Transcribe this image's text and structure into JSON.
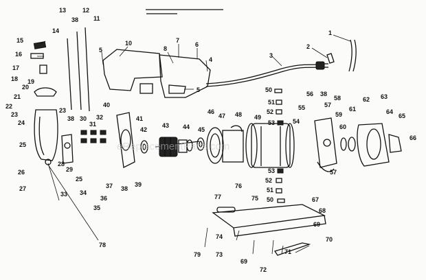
{
  "watermark": "eReplacementParts.com",
  "labels": [
    "1",
    "2",
    "3",
    "4",
    "5",
    "6",
    "7",
    "8",
    "10",
    "11",
    "12",
    "13",
    "14",
    "15",
    "16",
    "17",
    "18",
    "19",
    "20",
    "21",
    "22",
    "23",
    "24",
    "25",
    "26",
    "27",
    "28",
    "29",
    "30",
    "31",
    "32",
    "33",
    "34",
    "35",
    "36",
    "37",
    "38",
    "39",
    "40",
    "41",
    "42",
    "43",
    "44",
    "45",
    "46",
    "47",
    "48",
    "49",
    "50",
    "51",
    "52",
    "53",
    "54",
    "55",
    "56",
    "57",
    "58",
    "59",
    "60",
    "61",
    "62",
    "63",
    "64",
    "65",
    "66",
    "67",
    "68",
    "69",
    "70",
    "71",
    "72",
    "73",
    "74",
    "75",
    "76",
    "77",
    "78",
    "79"
  ]
}
